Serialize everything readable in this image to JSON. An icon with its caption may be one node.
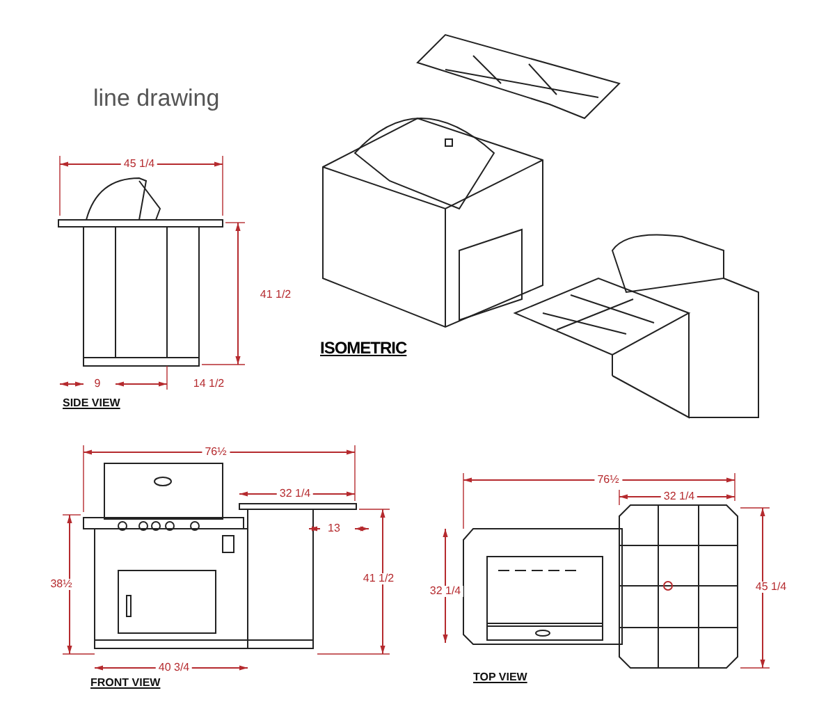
{
  "diagram": {
    "labels": [
      "line drawing",
      "45 1/4",
      "41 1/2",
      "9",
      "14 1/2",
      "SIDE VIEW",
      "ISOMETRIC",
      "76½",
      "32 1/4",
      "13",
      "38½",
      "41 1/2",
      "40 3/4",
      "FRONT VIEW",
      "76½",
      "32 1/4",
      "32 1/4",
      "45 1/4",
      "TOP VIEW"
    ]
  }
}
